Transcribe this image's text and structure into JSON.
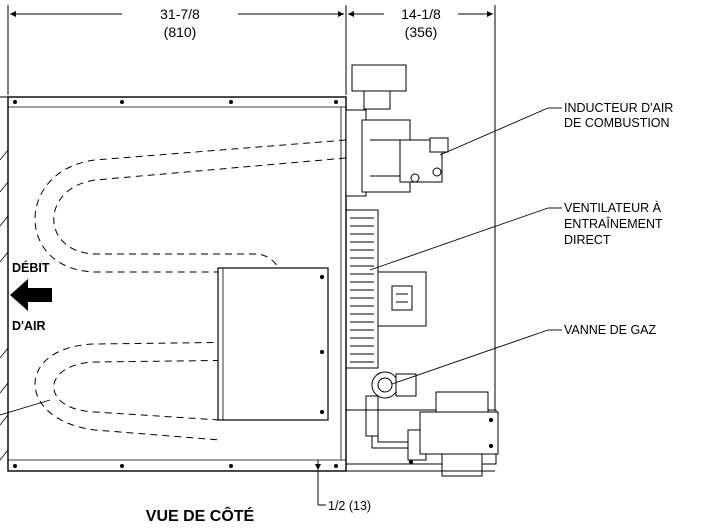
{
  "dimensions": {
    "width_main": "31-7/8",
    "width_main_metric": "(810)",
    "width_side": "14-1/8",
    "width_side_metric": "(356)",
    "bottom_offset": "1/2 (13)"
  },
  "callouts": {
    "inducer_line1": "INDUCTEUR D'AIR",
    "inducer_line2": "DE COMBUSTION",
    "blower_line1": "VENTILATEUR À",
    "blower_line2": "ENTRAÎNEMENT",
    "blower_line3": "DIRECT",
    "gas_valve": "VANNE DE GAZ"
  },
  "airflow": {
    "line1": "DÉBIT",
    "line2": "D'AIR"
  },
  "view_title": "VUE DE CÔTÉ"
}
